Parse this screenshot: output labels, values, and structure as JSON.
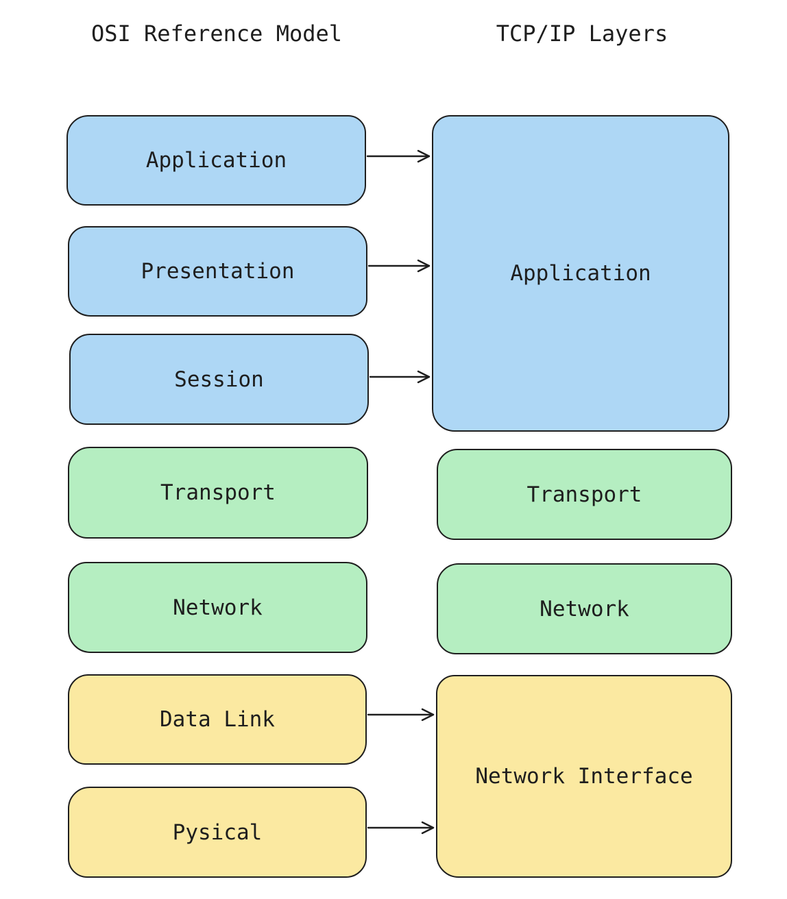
{
  "titles": {
    "left": "OSI Reference Model",
    "right": "TCP/IP Layers"
  },
  "osi_layers": [
    {
      "label": "Application",
      "color": "blue"
    },
    {
      "label": "Presentation",
      "color": "blue"
    },
    {
      "label": "Session",
      "color": "blue"
    },
    {
      "label": "Transport",
      "color": "green"
    },
    {
      "label": "Network",
      "color": "green"
    },
    {
      "label": "Data Link",
      "color": "yellow"
    },
    {
      "label": "Pysical",
      "color": "yellow"
    }
  ],
  "tcpip_layers": [
    {
      "label": "Application",
      "color": "blue"
    },
    {
      "label": "Transport",
      "color": "green"
    },
    {
      "label": "Network",
      "color": "green"
    },
    {
      "label": "Network Interface",
      "color": "yellow"
    }
  ],
  "connections": [
    {
      "from": "Application",
      "to": "Application"
    },
    {
      "from": "Presentation",
      "to": "Application"
    },
    {
      "from": "Session",
      "to": "Application"
    },
    {
      "from": "Data Link",
      "to": "Network Interface"
    },
    {
      "from": "Pysical",
      "to": "Network Interface"
    }
  ],
  "colors": {
    "blue": "#aed7f5",
    "green": "#b5eec1",
    "yellow": "#fbe9a1",
    "stroke": "#1e1e1e",
    "bg": "#ffffff"
  }
}
